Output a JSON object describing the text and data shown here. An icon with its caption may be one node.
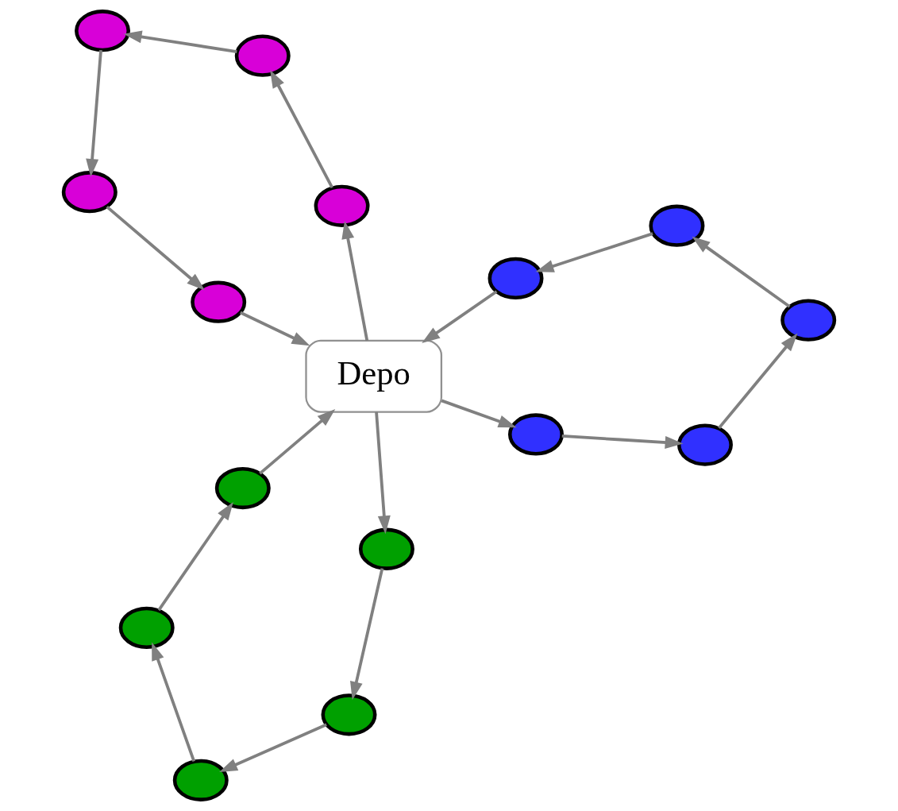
{
  "diagram": {
    "nodes": [
      {
        "text": [],
        "shape": "circle"
      },
      {
        "text": [],
        "shape": "circle"
      },
      {
        "text": [],
        "shape": "circle"
      },
      {
        "text": [],
        "shape": "circle"
      },
      {
        "text": [],
        "shape": "circle"
      },
      {
        "text": [
          "Depo"
        ]
      },
      {
        "text": [],
        "shape": "circle"
      },
      {
        "text": [],
        "shape": "circle"
      },
      {
        "text": [],
        "shape": "circle"
      },
      {
        "text": [],
        "shape": "circle"
      },
      {
        "text": [],
        "shape": "circle"
      },
      {
        "text": [],
        "shape": "circle"
      },
      {
        "text": [],
        "shape": "circle"
      },
      {
        "text": [],
        "shape": "circle"
      },
      {
        "text": [],
        "shape": "circle"
      },
      {
        "text": [],
        "shape": "circle"
      }
    ],
    "edges": [
      {
        "from": 5,
        "to": 4,
        "arrow": "to"
      },
      {
        "from": 4,
        "to": 2,
        "arrow": "to"
      },
      {
        "from": 2,
        "to": 0,
        "arrow": "to"
      },
      {
        "from": 0,
        "to": 1,
        "arrow": "to"
      },
      {
        "from": 1,
        "to": 3,
        "arrow": "to"
      },
      {
        "from": 3,
        "to": 5,
        "arrow": "to"
      },
      {
        "from": 5,
        "to": 10,
        "arrow": "to"
      },
      {
        "from": 10,
        "to": 12,
        "arrow": "to"
      },
      {
        "from": 12,
        "to": 15,
        "arrow": "to"
      },
      {
        "from": 15,
        "to": 13,
        "arrow": "to"
      },
      {
        "from": 13,
        "to": 7,
        "arrow": "to"
      },
      {
        "from": 7,
        "to": 5,
        "arrow": "to"
      },
      {
        "from": 5,
        "to": 9,
        "arrow": "to"
      },
      {
        "from": 9,
        "to": 14,
        "arrow": "to"
      },
      {
        "from": 14,
        "to": 11,
        "arrow": "to"
      },
      {
        "from": 11,
        "to": 8,
        "arrow": "to"
      },
      {
        "from": 8,
        "to": 6,
        "arrow": "to"
      },
      {
        "from": 6,
        "to": 5,
        "arrow": "to"
      }
    ]
  }
}
